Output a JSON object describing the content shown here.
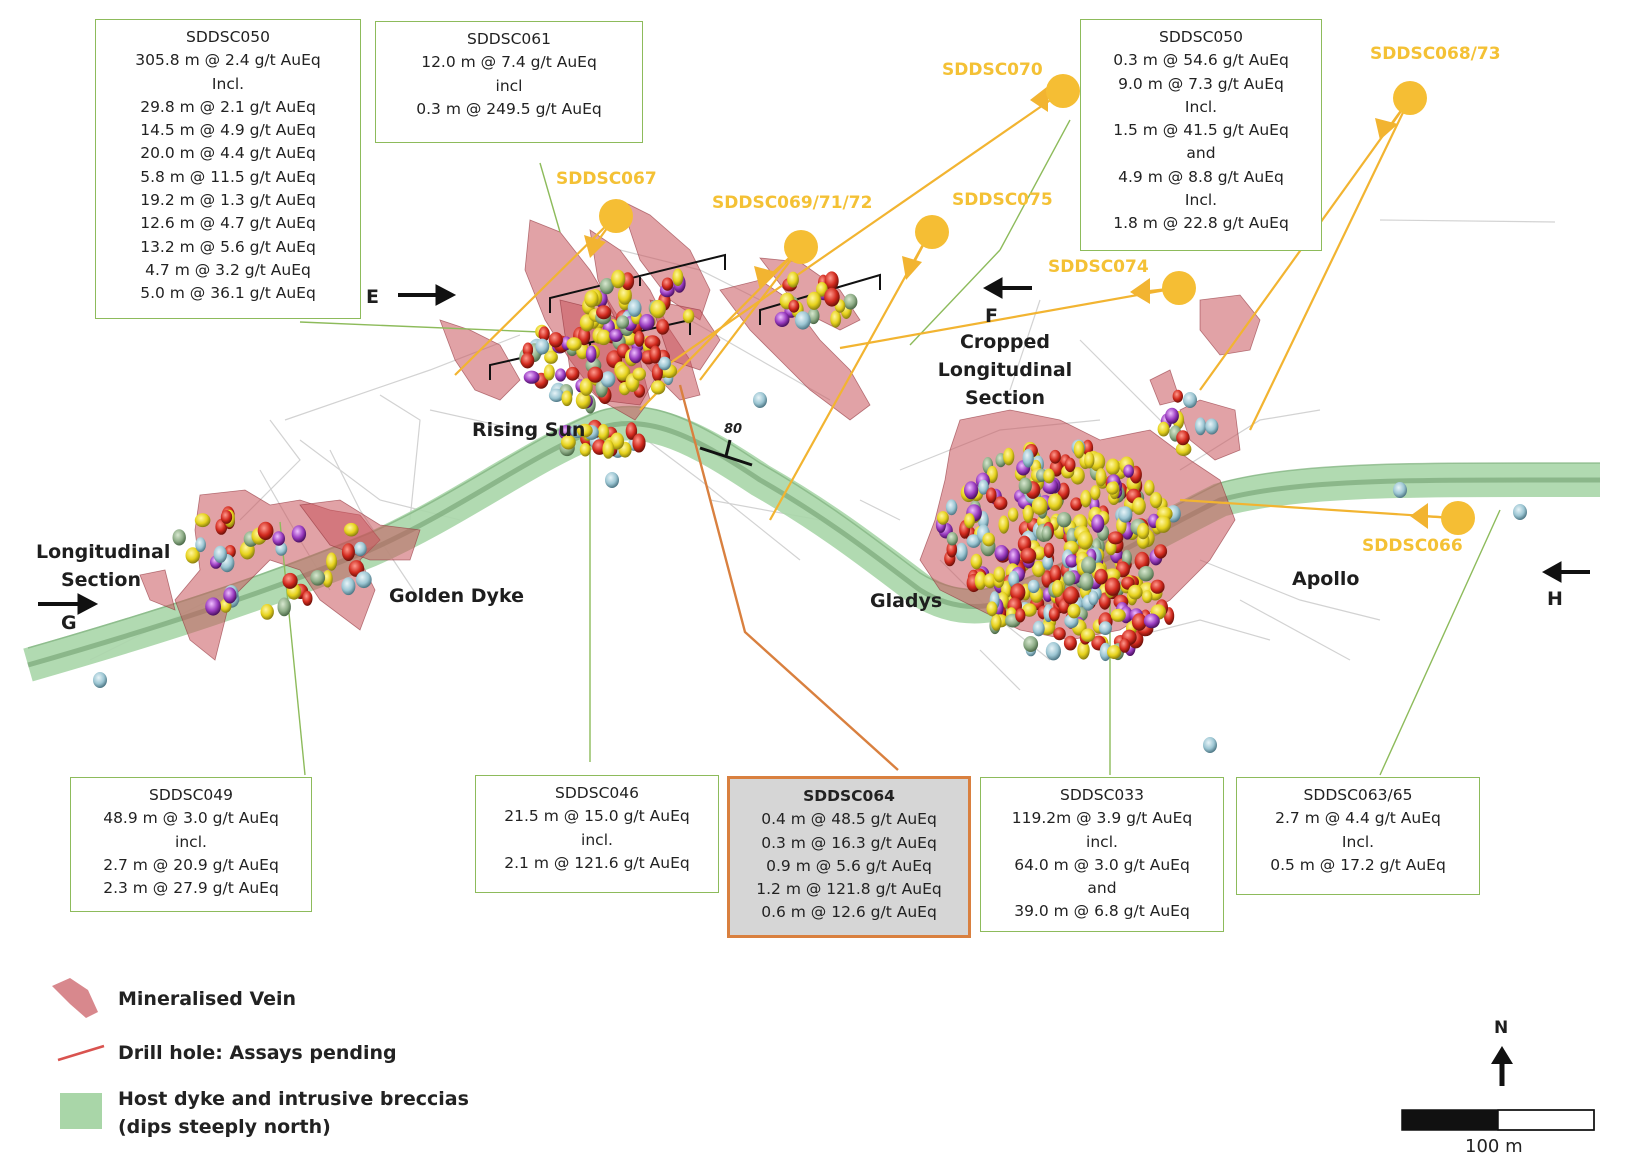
{
  "colors": {
    "vein": "#c8555d",
    "drill_hole_pending": "#d9534f",
    "host_dyke": "#a9d6a8",
    "hole_label": "#f4c135",
    "box_border": "#8dbb5b",
    "highlight_border": "#d9803f",
    "highlight_fill": "#d6d6d6"
  },
  "intercept_boxes": [
    {
      "id": "sddsc050-west",
      "lines": [
        "SDDSC050",
        "305.8 m @ 2.4 g/t AuEq",
        "Incl.",
        "29.8 m @ 2.1 g/t AuEq",
        "14.5 m @ 4.9 g/t AuEq",
        "20.0 m @ 4.4 g/t AuEq",
        "5.8 m @ 11.5 g/t AuEq",
        "19.2 m @ 1.3 g/t AuEq",
        "12.6 m @ 4.7 g/t AuEq",
        "13.2 m @ 5.6 g/t AuEq",
        "4.7 m @ 3.2 g/t AuEq",
        "5.0 m @ 36.1 g/t AuEq"
      ]
    },
    {
      "id": "sddsc061",
      "lines": [
        "SDDSC061",
        "12.0 m @ 7.4 g/t AuEq",
        "incl",
        "0.3 m @ 249.5 g/t AuEq"
      ]
    },
    {
      "id": "sddsc050-east",
      "lines": [
        "SDDSC050",
        "0.3 m @ 54.6 g/t AuEq",
        "9.0 m @ 7.3 g/t AuEq",
        "Incl.",
        "1.5 m @ 41.5 g/t AuEq",
        "and",
        "4.9 m @ 8.8 g/t AuEq",
        "Incl.",
        "1.8 m @ 22.8 g/t AuEq"
      ]
    },
    {
      "id": "sddsc049",
      "lines": [
        "SDDSC049",
        "48.9 m @ 3.0 g/t AuEq",
        "incl.",
        "2.7 m @ 20.9 g/t AuEq",
        "2.3 m @ 27.9 g/t AuEq"
      ]
    },
    {
      "id": "sddsc046",
      "lines": [
        "SDDSC046",
        "21.5 m @ 15.0 g/t AuEq",
        "incl.",
        "2.1 m @ 121.6 g/t AuEq"
      ]
    },
    {
      "id": "sddsc064",
      "lines": [
        "SDDSC064",
        "0.4 m @ 48.5 g/t AuEq",
        "0.3 m @ 16.3 g/t AuEq",
        "0.9 m @ 5.6 g/t AuEq",
        "1.2 m @ 121.8 g/t AuEq",
        "0.6 m @ 12.6 g/t AuEq"
      ]
    },
    {
      "id": "sddsc033",
      "lines": [
        "SDDSC033",
        "119.2m @ 3.9 g/t AuEq",
        "incl.",
        "64.0 m @ 3.0 g/t AuEq",
        "and",
        "39.0 m @ 6.8 g/t AuEq"
      ]
    },
    {
      "id": "sddsc063-65",
      "lines": [
        "SDDSC063/65",
        "2.7 m @ 4.4 g/t AuEq",
        "Incl.",
        "0.5 m @ 17.2 g/t AuEq"
      ]
    }
  ],
  "hole_labels": {
    "sddsc070": "SDDSC070",
    "sddsc068_73": "SDDSC068/73",
    "sddsc067": "SDDSC067",
    "sddsc069_71_72": "SDDSC069/71/72",
    "sddsc075": "SDDSC075",
    "sddsc074": "SDDSC074",
    "sddsc066": "SDDSC066"
  },
  "prospects": {
    "rising_sun": "Rising Sun",
    "golden_dyke": "Golden Dyke",
    "gladys": "Gladys",
    "apollo": "Apollo"
  },
  "sections": {
    "longitudinal": [
      "Longitudinal",
      "Section"
    ],
    "cropped_longitudinal": [
      "Cropped",
      "Longitudinal",
      "Section"
    ],
    "marker_e": "E",
    "marker_f": "F",
    "marker_g": "G",
    "marker_h": "H"
  },
  "dip_label": "80",
  "legend": {
    "vein": "Mineralised Vein",
    "drill_pending": "Drill hole: Assays pending",
    "host_line1": "Host dyke and intrusive breccias",
    "host_line2": "(dips steeply north)"
  },
  "north_label": "N",
  "scale_label": "100 m"
}
